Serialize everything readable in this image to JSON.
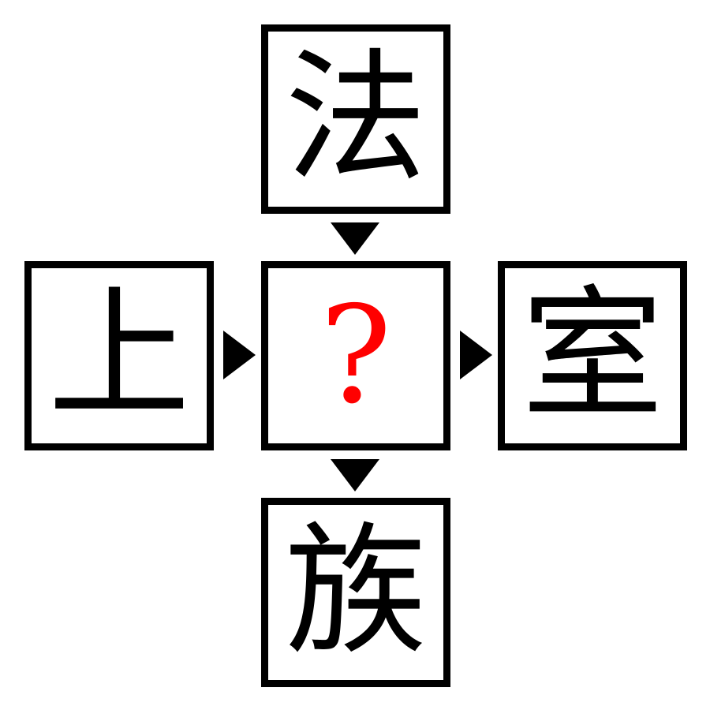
{
  "puzzle": {
    "top": "法",
    "left": "上",
    "center": "?",
    "right": "室",
    "bottom": "族"
  },
  "colors": {
    "border": "#000000",
    "glyph": "#000000",
    "unknown": "#ff0000",
    "arrow": "#000000",
    "background": "#ffffff"
  },
  "icons": {
    "arrow_down": "triangle-down-icon",
    "arrow_right": "triangle-right-icon"
  }
}
